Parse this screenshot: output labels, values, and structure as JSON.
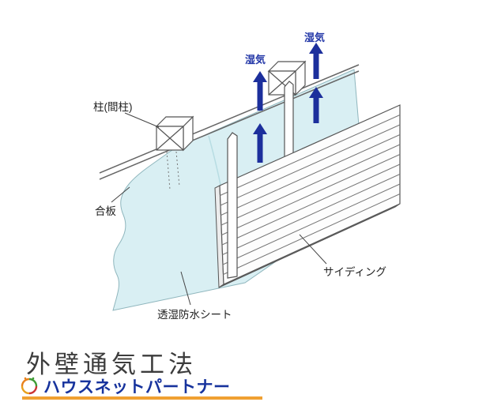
{
  "diagram": {
    "labels": {
      "pillar": "柱(間柱)",
      "plywood": "合板",
      "barrier_sheet": "透湿防水シート",
      "siding": "サイディング",
      "moisture_left": "湿気",
      "moisture_right": "湿気"
    },
    "colors": {
      "sheet_fill": "#d9eff3",
      "arrow_blue": "#1c2f9c",
      "moisture_text": "#2438a8"
    }
  },
  "footer": {
    "title": "外壁通気工法",
    "brand": "ハウスネットパートナー",
    "colors": {
      "brand_blue": "#17339d",
      "underline_orange": "#f0a032"
    }
  }
}
